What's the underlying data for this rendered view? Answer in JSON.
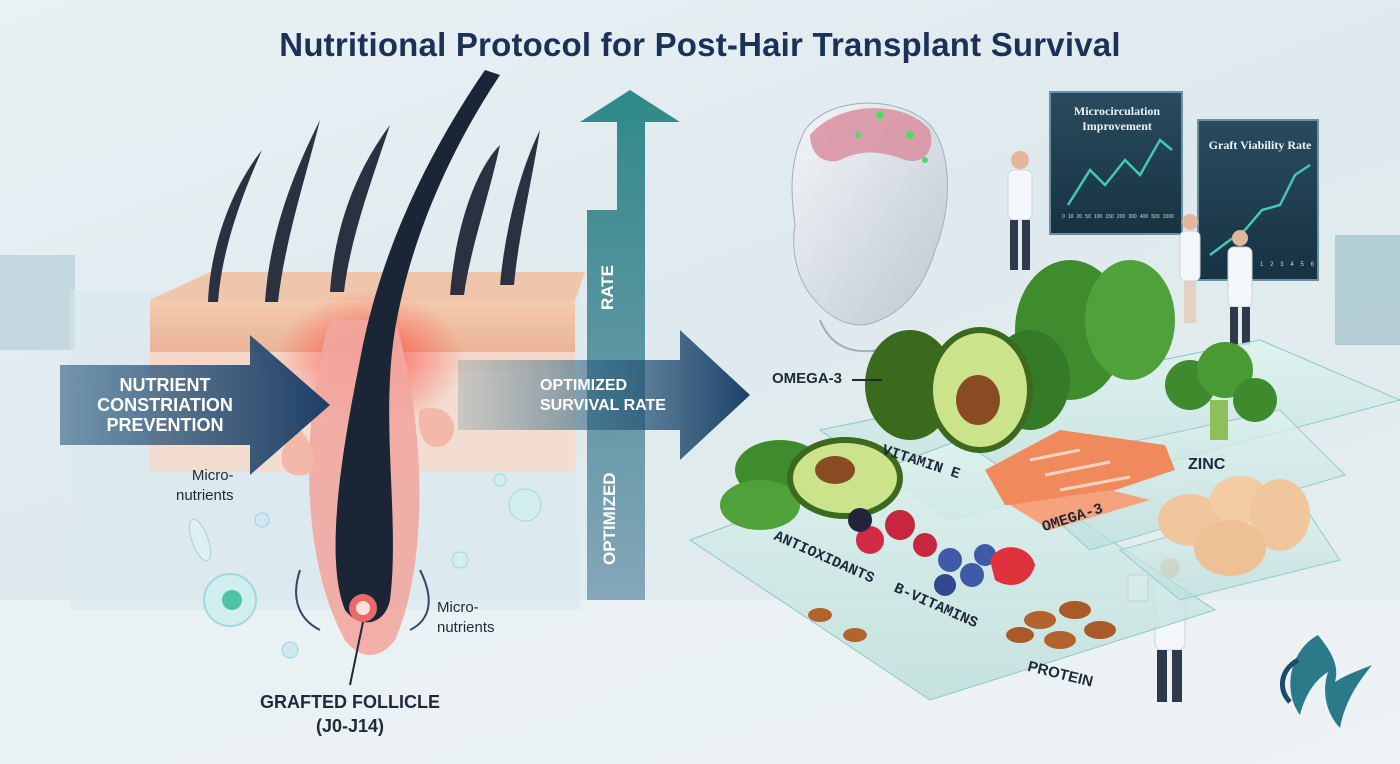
{
  "title": "Nutritional Protocol for Post-Hair Transplant Survival",
  "left_panel": {
    "arrow_text_1": "NUTRIENT",
    "arrow_text_2": "CONSTRIATION",
    "arrow_text_3": "PREVENTION",
    "micro_label_1_line1": "Micro-",
    "micro_label_1_line2": "nutrients",
    "micro_label_2_line1": "Micro-",
    "micro_label_2_line2": "nutrients",
    "follicle_label_line1": "GRAFTED FOLLICLE",
    "follicle_label_line2": "(J0-J14)"
  },
  "center": {
    "vertical_rate": "RATE",
    "vertical_optimized": "OPTIMIZED",
    "horizontal_line1": "OPTIMIZED",
    "horizontal_line2": "SURVIVAL RATE"
  },
  "monitors": {
    "left_title_line1": "Microcirculation",
    "left_title_line2": "Improvement",
    "left_axis": [
      "0",
      "10",
      "20",
      "50",
      "100",
      "150",
      "200",
      "300",
      "400",
      "500",
      "1000"
    ],
    "right_title": "Graft Viability Rate",
    "right_axis": [
      "1",
      "2",
      "3",
      "4",
      "5",
      "6"
    ]
  },
  "food_labels": {
    "omega3_top": "OMEGA-3",
    "vitamin_e": "VITAMIN E",
    "zinc": "ZINC",
    "omega3_salmon": "OMEGA-3",
    "antioxidants": "ANTIOXIDANTS",
    "b_vitamins": "B-VITAMINS",
    "protein": "PROTEIN"
  },
  "colors": {
    "title": "#1b3157",
    "arrow_navy": "#1f3c66",
    "arrow_teal": "#2a7f80",
    "skin": "#f0c4a6",
    "follicle": "#1a2535",
    "glow": "#e0443c"
  },
  "icons": [
    "phoenix-logo-icon",
    "clipboard-icon",
    "head-icon"
  ]
}
